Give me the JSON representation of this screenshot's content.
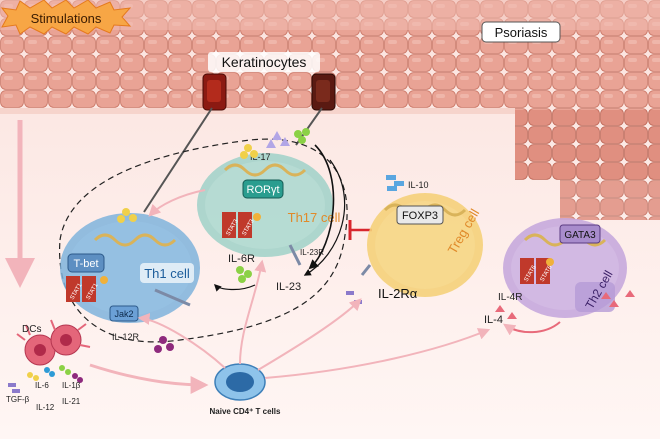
{
  "labels": {
    "stimulations": "Stimulations",
    "psoriasis": "Psoriasis",
    "keratinocytes": "Keratinocytes",
    "tbet": "T-bet",
    "th1_cell": "Th1 cell",
    "jak2": "Jak2",
    "il12r": "IL-12R",
    "rorgt": "RORγt",
    "th17_cell": "Th17 cell",
    "il6r": "IL-6R",
    "il23r": "IL-23R",
    "il23": "IL-23",
    "il17": "IL-17",
    "il10": "IL-10",
    "foxp3": "FOXP3",
    "treg_cell": "Treg cell",
    "il2ra": "IL-2Rα",
    "gata3": "GATA3",
    "th2_cell": "Th2 cell",
    "il4r": "IL-4R",
    "il4": "IL-4",
    "dcs": "DCs",
    "il6": "IL-6",
    "il1b": "IL-1β",
    "tgfb": "TGF-β",
    "il12": "IL-12",
    "il21": "IL-21",
    "naive": "Naive CD4⁺ T cells",
    "stat1": "STAT1",
    "stat3": "STAT3",
    "stat6": "STAT6",
    "p": "P"
  },
  "colors": {
    "skin_cell": "#e49a8c",
    "skin_light": "#f3c4b8",
    "th1": "#7fb3dc",
    "th17": "#9fd1c8",
    "treg": "#f5d07a",
    "th2": "#c6a9dd",
    "arrow": "#f0b3b8",
    "inhibit": "#d8262e"
  }
}
